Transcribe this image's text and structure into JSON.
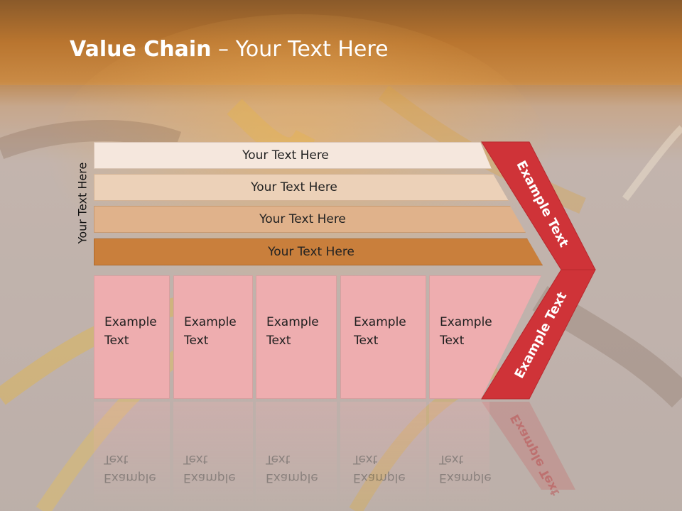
{
  "slide": {
    "title_bold": "Value Chain",
    "title_rest": " – Your Text Here",
    "side_label": "Your Text Here"
  },
  "bars": [
    {
      "label": "Your Text Here",
      "color": "#f5e7dd"
    },
    {
      "label": "Your Text Here",
      "color": "#ecd1b8"
    },
    {
      "label": "Your Text Here",
      "color": "#e0b28b"
    },
    {
      "label": "Your Text Here",
      "color": "#c97f3c"
    }
  ],
  "boxes": [
    {
      "line1": "Example",
      "line2": "Text"
    },
    {
      "line1": "Example",
      "line2": "Text"
    },
    {
      "line1": "Example",
      "line2": "Text"
    },
    {
      "line1": "Example",
      "line2": "Text"
    },
    {
      "line1": "Example",
      "line2": "Text"
    }
  ],
  "arrow": {
    "upper_label": "Example Text",
    "lower_label": "Example Text",
    "color": "#cf3338"
  },
  "reflection": {
    "upper_label": "Example Text"
  }
}
